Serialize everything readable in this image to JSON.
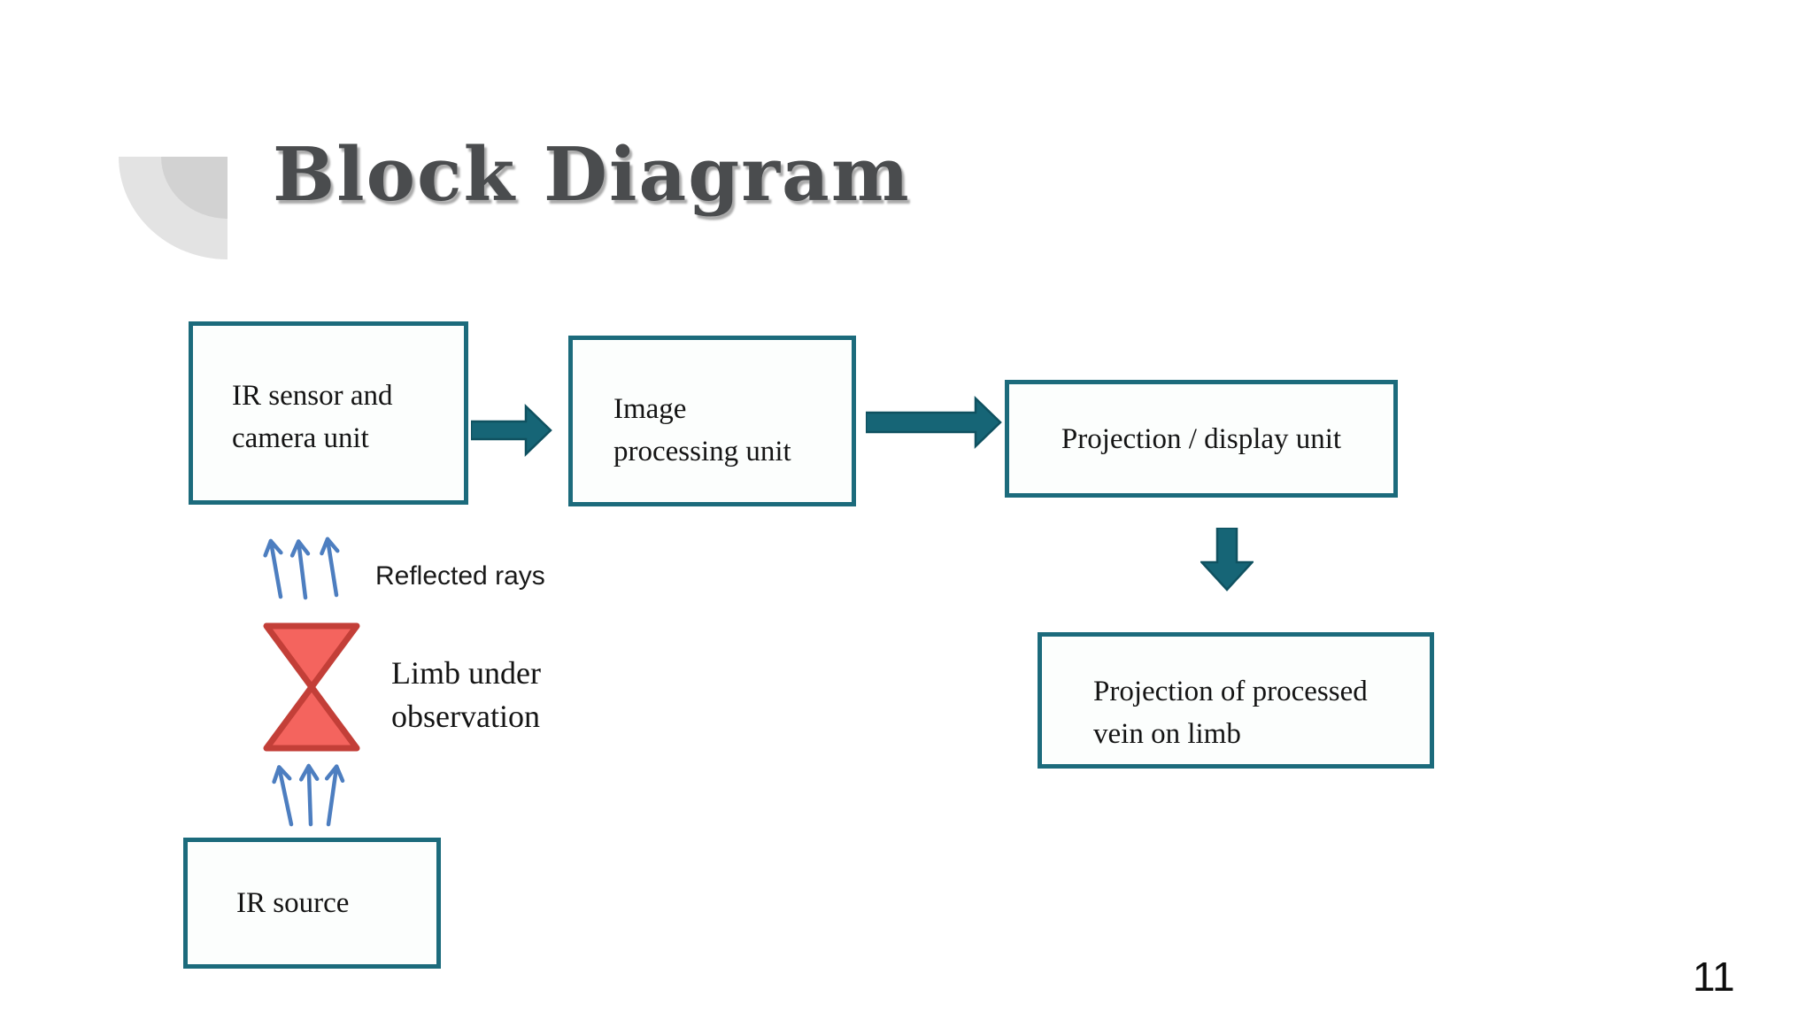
{
  "slide": {
    "title": "Block Diagram",
    "page_number": "11"
  },
  "palette": {
    "box_border_teal": "#1c6b7c",
    "box_fill": "#fcfefd",
    "flow_arrow_fill": "#166576",
    "flow_arrow_outline": "#0f5160",
    "ray_arrow_blue": "#4d7ec0",
    "limb_shape_fill": "#f4645e",
    "limb_shape_outline": "#c33f38",
    "title_gray": "#4a4c4e",
    "title_shadow_gray": "#aaaaaa",
    "corner_decoration_outer_gray": "#e3e3e3",
    "corner_decoration_inner_gray": "#d2d2d2",
    "background": "#ffffff"
  },
  "diagram": {
    "boxes": {
      "ir_sensor": {
        "line1": "IR sensor and",
        "line2": "camera unit"
      },
      "image_processing": {
        "line1": "Image",
        "line2": "processing unit"
      },
      "projection_display": {
        "line1": "Projection / display unit"
      },
      "projection_vein": {
        "line1": "Projection of processed",
        "line2": "vein on limb"
      },
      "ir_source": {
        "line1": "IR source"
      }
    },
    "labels": {
      "reflected_rays": "Reflected rays",
      "limb_under_observation_line1": "Limb under",
      "limb_under_observation_line2": "observation"
    },
    "shapes": {
      "flow_arrow_1": "right-block-arrow",
      "flow_arrow_2": "right-block-arrow",
      "flow_arrow_3": "down-block-arrow",
      "reflected_rays_arrows": "three-up-arrows",
      "source_rays_arrows": "three-up-arrows",
      "limb_shape": "red-bowtie-hourglass"
    }
  }
}
